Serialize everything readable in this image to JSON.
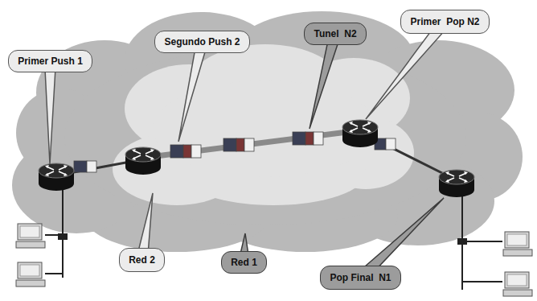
{
  "diagram": {
    "nodes": [
      {
        "text": [
          "Primer Push 1"
        ]
      },
      {
        "text": [
          "Segundo Push 2"
        ]
      },
      {
        "text": [
          "Tunel  N2"
        ]
      },
      {
        "text": [
          "Primer  Pop N2"
        ]
      },
      {
        "text": [
          "Red 2"
        ]
      },
      {
        "text": [
          "Red 1"
        ]
      },
      {
        "text": [
          "Pop Final  N1"
        ]
      }
    ]
  }
}
